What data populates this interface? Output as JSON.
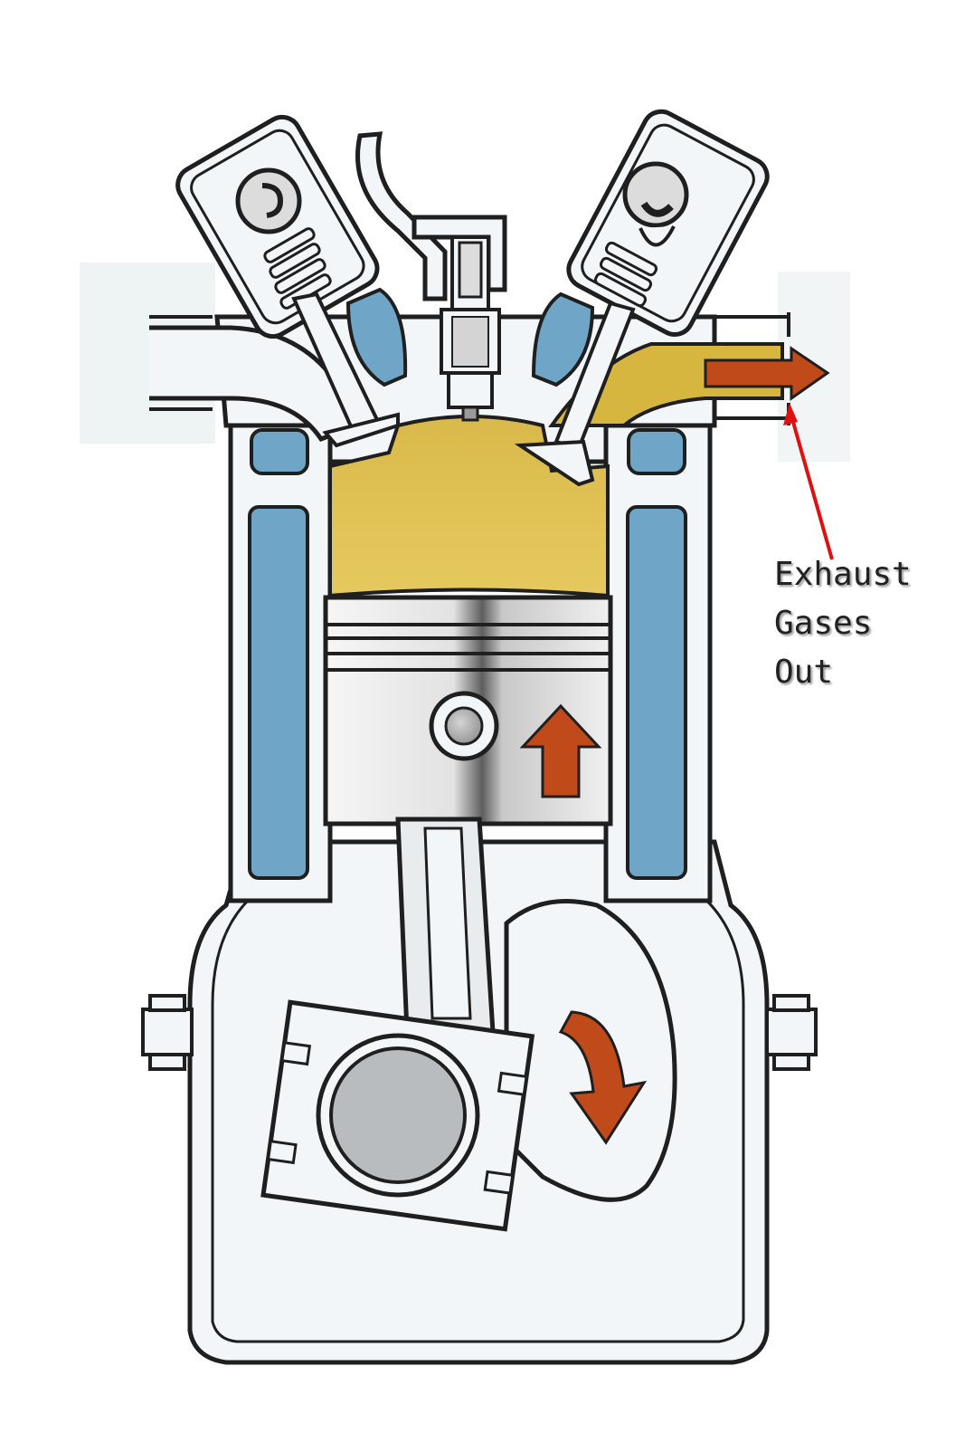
{
  "diagram": {
    "annotation": {
      "lines": [
        "Exhaust",
        "Gases",
        "Out"
      ]
    },
    "colors": {
      "outline": "#1f1f1f",
      "body": "#f3f6f8",
      "coolant": "#6fa6c8",
      "gas": "#d7b640",
      "arrow": "#c04a1a",
      "pointer": "#e01010",
      "metal": "#b9bcbe"
    },
    "icons": [
      "exhaust-flow-arrow-icon",
      "piston-up-arrow-icon",
      "crank-rotation-arrow-icon"
    ]
  }
}
